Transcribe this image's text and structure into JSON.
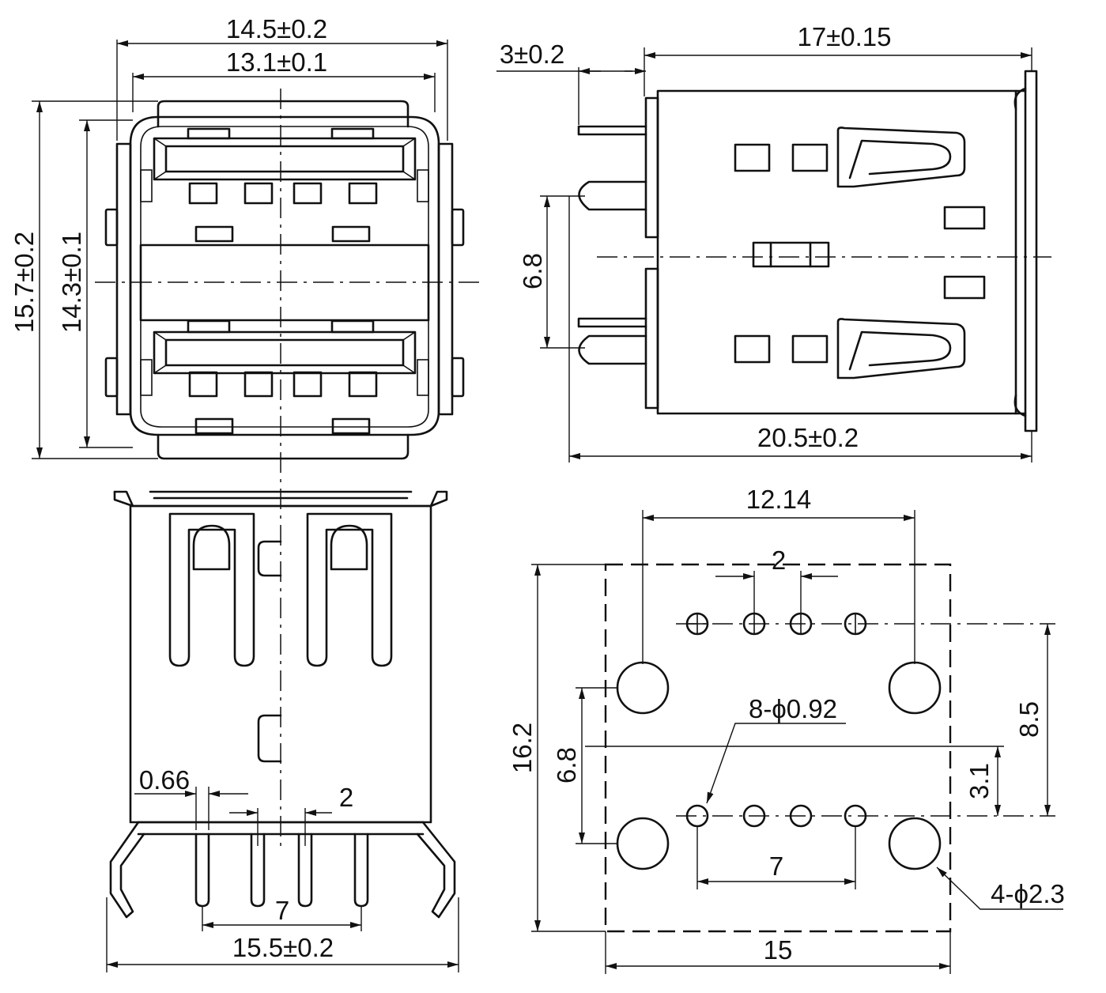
{
  "front_view": {
    "width_outer": "14.5±0.2",
    "width_inner": "13.1±0.1",
    "height_outer": "15.7±0.2",
    "height_inner": "14.3±0.1"
  },
  "side_view": {
    "flange": "3±0.2",
    "body_length": "17±0.15",
    "total_length": "20.5±0.2",
    "pin_spacing": "6.8"
  },
  "bottom_view": {
    "pin_width": "0.66",
    "pin_pitch": "2",
    "pin_span": "7",
    "leg_span": "15.5±0.2"
  },
  "footprint": {
    "mount_hole_span": "12.14",
    "pin_pitch": "2",
    "pin_holes": "8-ϕ0.92",
    "row_offset": "8.5",
    "row_spacing": "6.8",
    "center_offset": "3.1",
    "pin_span": "7",
    "mount_holes": "4-ϕ2.3",
    "outline_width": "15",
    "outline_height": "16.2"
  }
}
